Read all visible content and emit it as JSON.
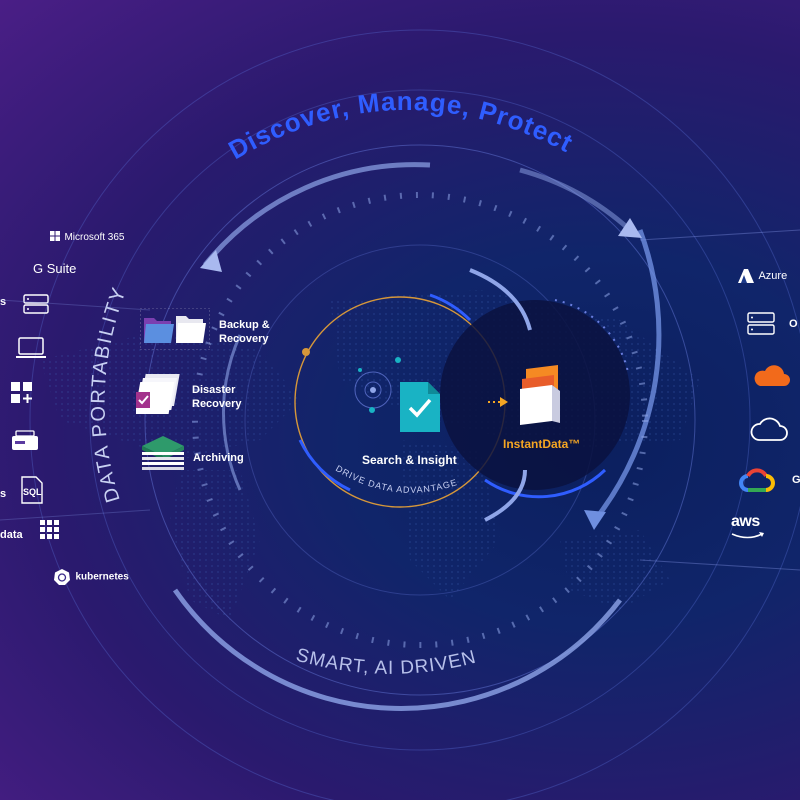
{
  "headline": "Discover, Manage, Protect",
  "ring_labels": {
    "left": "DATA PORTABILITY",
    "bottom": "SMART, AI DRIVEN",
    "inner": "DRIVE DATA ADVANTAGE"
  },
  "center": {
    "search": "Search & Insight",
    "instantdata": "InstantData™"
  },
  "capabilities": [
    {
      "label_line1": "Backup &",
      "label_line2": "Recovery",
      "icon": "folder-icon"
    },
    {
      "label_line1": "Disaster",
      "label_line2": "Recovery",
      "icon": "document-stack-icon"
    },
    {
      "label_line1": "Archiving",
      "label_line2": "",
      "icon": "archive-layers-icon"
    }
  ],
  "sources": {
    "microsoft": "Microsoft 365",
    "gsuite": "G Suite",
    "s_partial": "s",
    "data_partial": "data",
    "sql": "SQL",
    "kubernetes": "kubernetes"
  },
  "clouds": {
    "azure": "Azure",
    "o_partial": "O",
    "g_partial": "G",
    "aws": "aws"
  },
  "colors": {
    "headline": "#2f5dff",
    "accent_blue": "#2f5dff",
    "instantdata": "#f5a623",
    "orange_ring": "#d6973a",
    "check_teal": "#19b3c4"
  }
}
